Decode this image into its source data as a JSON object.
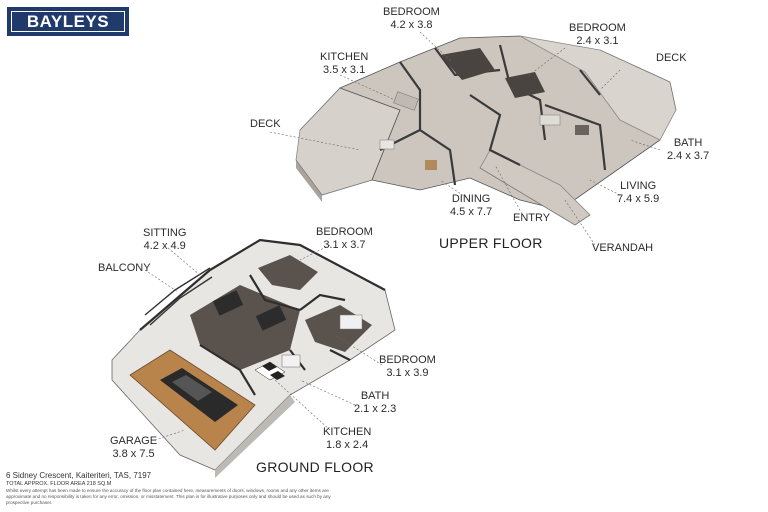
{
  "brand": {
    "logo_text": "BAYLEYS",
    "color": "#1f3a6b"
  },
  "floors": {
    "upper": "UPPER FLOOR",
    "ground": "GROUND FLOOR"
  },
  "rooms": {
    "upper": [
      {
        "name": "BEDROOM",
        "dims": "4.2 x 3.8"
      },
      {
        "name": "BEDROOM",
        "dims": "2.4 x 3.1"
      },
      {
        "name": "KITCHEN",
        "dims": "3.5 x 3.1"
      },
      {
        "name": "DECK",
        "dims": ""
      },
      {
        "name": "DECK",
        "dims": ""
      },
      {
        "name": "BATH",
        "dims": "2.4 x 3.7"
      },
      {
        "name": "LIVING",
        "dims": "7.4 x 5.9"
      },
      {
        "name": "DINING",
        "dims": "4.5 x 7.7"
      },
      {
        "name": "ENTRY",
        "dims": ""
      },
      {
        "name": "VERANDAH",
        "dims": ""
      }
    ],
    "ground": [
      {
        "name": "SITTING",
        "dims": "4.2 x 4.9"
      },
      {
        "name": "BEDROOM",
        "dims": "3.1 x 3.7"
      },
      {
        "name": "BALCONY",
        "dims": ""
      },
      {
        "name": "BEDROOM",
        "dims": "3.1 x 3.9"
      },
      {
        "name": "BATH",
        "dims": "2.1 x 2.3"
      },
      {
        "name": "KITCHEN",
        "dims": "1.8 x 2.4"
      },
      {
        "name": "GARAGE",
        "dims": "3.8 x 7.5"
      }
    ]
  },
  "footer": {
    "address": "6 Sidney Crescent, Kaiteriteri, TAS, 7197",
    "area": "TOTAL APPROX. FLOOR AREA 218 SQ.M",
    "disclaimer": "Whilst every attempt has been made to ensure the accuracy of the floor plan contained here, measurements of doors, windows, rooms and any other items are approximate and no responsibility is taken for any error, omission, or misstatement. This plan is for illustrative purposes only and should be used as such by any prospective purchaser."
  }
}
